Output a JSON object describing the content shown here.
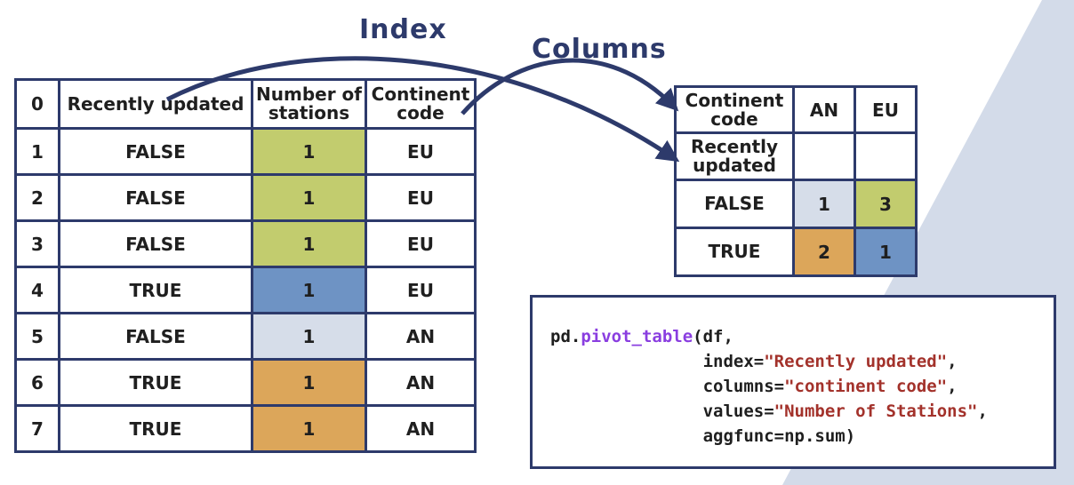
{
  "labels": {
    "index": "Index",
    "columns": "Columns"
  },
  "source_table": {
    "header": {
      "idx": "0",
      "recently_updated": "Recently updated",
      "number_of_stations": "Number of stations",
      "continent_code": "Continent code"
    },
    "rows": [
      {
        "idx": "1",
        "recently_updated": "FALSE",
        "stations": "1",
        "continent": "EU",
        "color": "#c2cc6e"
      },
      {
        "idx": "2",
        "recently_updated": "FALSE",
        "stations": "1",
        "continent": "EU",
        "color": "#c2cc6e"
      },
      {
        "idx": "3",
        "recently_updated": "FALSE",
        "stations": "1",
        "continent": "EU",
        "color": "#c2cc6e"
      },
      {
        "idx": "4",
        "recently_updated": "TRUE",
        "stations": "1",
        "continent": "EU",
        "color": "#6e93c4"
      },
      {
        "idx": "5",
        "recently_updated": "FALSE",
        "stations": "1",
        "continent": "AN",
        "color": "#d6dde9"
      },
      {
        "idx": "6",
        "recently_updated": "TRUE",
        "stations": "1",
        "continent": "AN",
        "color": "#dca65a"
      },
      {
        "idx": "7",
        "recently_updated": "TRUE",
        "stations": "1",
        "continent": "AN",
        "color": "#dca65a"
      }
    ]
  },
  "pivot_table": {
    "columns_header": "Continent code",
    "index_header": "Recently updated",
    "columns": [
      "AN",
      "EU"
    ],
    "rows": [
      {
        "label": "FALSE",
        "values": [
          "1",
          "3"
        ],
        "colors": [
          "#d6dde9",
          "#c2cc6e"
        ]
      },
      {
        "label": "TRUE",
        "values": [
          "2",
          "1"
        ],
        "colors": [
          "#dca65a",
          "#6e93c4"
        ]
      }
    ]
  },
  "code": {
    "prefix": "pd.",
    "function": "pivot_table",
    "open": "(df,",
    "index_key": "index=",
    "index_value": "\"Recently updated\"",
    "columns_key": "columns=",
    "columns_value": "\"continent code\"",
    "values_key": "values=",
    "values_value": "\"Number of Stations\"",
    "aggfunc": "aggfunc=np.sum)"
  },
  "colors": {
    "border": "#2d3a6b",
    "background_shape": "#d3dbe9",
    "function": "#8a3ee0",
    "string": "#a3322b"
  }
}
